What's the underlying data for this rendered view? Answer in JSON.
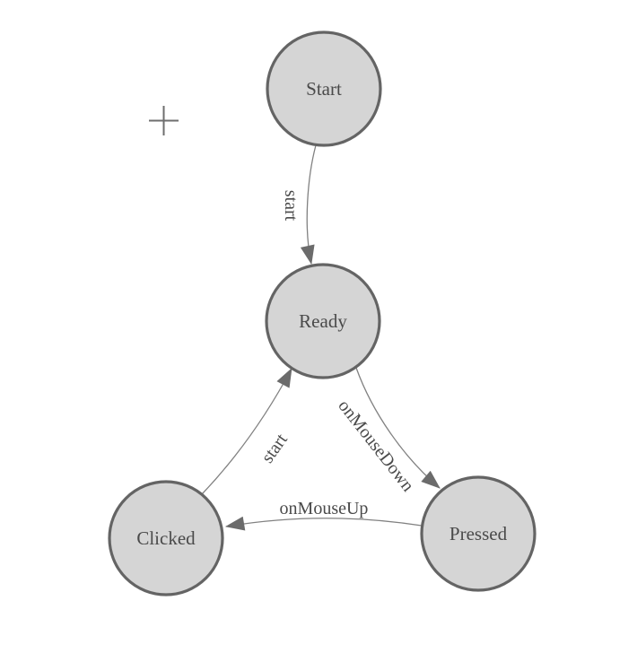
{
  "diagram": {
    "type": "state-machine",
    "nodes": [
      {
        "id": "start",
        "label": "Start"
      },
      {
        "id": "ready",
        "label": "Ready"
      },
      {
        "id": "clicked",
        "label": "Clicked"
      },
      {
        "id": "pressed",
        "label": "Pressed"
      }
    ],
    "edges": [
      {
        "from": "start",
        "to": "ready",
        "label": "start"
      },
      {
        "from": "ready",
        "to": "pressed",
        "label": "onMouseDown"
      },
      {
        "from": "pressed",
        "to": "clicked",
        "label": "onMouseUp"
      },
      {
        "from": "clicked",
        "to": "ready",
        "label": "start"
      }
    ]
  },
  "colors": {
    "background": "#ffffff",
    "node-fill": "#d5d5d5",
    "node-stroke": "#646464",
    "edge-stroke": "#818181",
    "arrow-fill": "#6b6b6b",
    "label-text": "#4a4a4a",
    "crosshair": "#6e6e6e"
  }
}
